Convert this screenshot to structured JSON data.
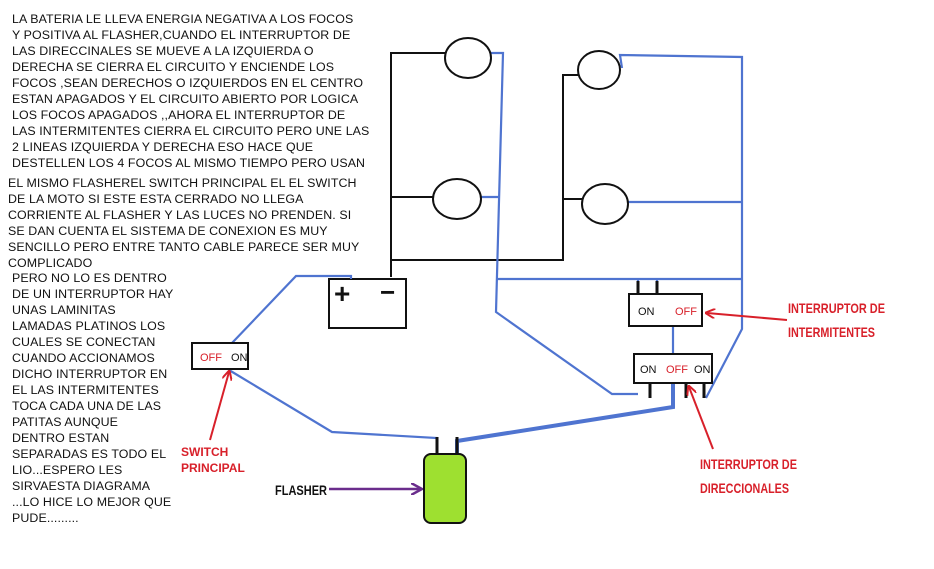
{
  "explanation": {
    "paragraph_1": "LA BATERIA LE LLEVA ENERGIA NEGATIVA A LOS FOCOS\nY POSITIVA AL FLASHER,CUANDO EL INTERRUPTOR DE\nLAS DIRECCINALES SE MUEVE A LA IZQUIERDA O\nDERECHA SE CIERRA EL CIRCUITO Y ENCIENDE LOS\nFOCOS ,SEAN DERECHOS O IZQUIERDOS EN EL CENTRO\nESTAN APAGADOS Y EL CIRCUITO ABIERTO POR LOGICA\nLOS FOCOS APAGADOS ,,AHORA EL INTERRUPTOR DE\nLAS INTERMITENTES CIERRA EL CIRCUITO PERO UNE LAS\n2 LINEAS IZQUIERDA Y DERECHA ESO HACE QUE\nDESTELLEN LOS 4 FOCOS AL MISMO TIEMPO PERO USAN",
    "paragraph_2": "EL MISMO FLASHEREL SWITCH PRINCIPAL EL EL SWITCH\nDE LA MOTO SI ESTE ESTA CERRADO NO LLEGA\nCORRIENTE AL FLASHER Y LAS LUCES NO PRENDEN. SI\nSE DAN CUENTA EL SISTEMA DE CONEXION ES MUY\nSENCILLO PERO ENTRE TANTO CABLE PARECE SER MUY\nCOMPLICADO",
    "paragraph_3": "PERO NO LO ES DENTRO\nDE UN INTERRUPTOR HAY\nUNAS LAMINITAS\nLAMADAS PLATINOS LOS\nCUALES SE CONECTAN\nCUANDO ACCIONAMOS\nDICHO INTERRUPTOR EN\nEL LAS INTERMITENTES\nTOCA CADA UNA DE LAS\nPATITAS AUNQUE\nDENTRO ESTAN\nSEPARADAS ES TODO EL\nLIO...ESPERO LES\nSIRVAESTA DIAGRAMA\n...LO HICE LO MEJOR QUE\nPUDE........."
  },
  "battery": {
    "plus": "+",
    "minus": "−"
  },
  "main_switch": {
    "off": "OFF",
    "on": "ON"
  },
  "hazard_switch": {
    "on": "ON",
    "off": "OFF"
  },
  "turn_switch": {
    "on_left": "ON",
    "off": "OFF",
    "on_right": "ON"
  },
  "labels": {
    "switch_principal": [
      "SWITCH",
      "PRINCIPAL"
    ],
    "flasher": "FLASHER",
    "interruptor_intermitentes": [
      "INTERRUPTOR DE",
      "INTERMITENTES"
    ],
    "interruptor_direccionales": [
      "INTERRUPTOR DE",
      "DIRECCIONALES"
    ]
  },
  "colors": {
    "wire_black": "#111111",
    "wire_blue": "#4f74d0",
    "label_red": "#d8202a",
    "flasher_fill": "#9ee030",
    "flasher_arrow": "#6a2d8c",
    "off_text": "#d8202a"
  }
}
